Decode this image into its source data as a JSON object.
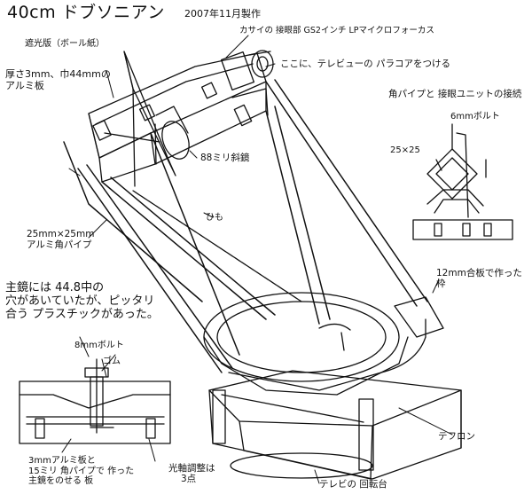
{
  "title": "40cm ドブソニアン",
  "date": "2007年11月製作",
  "labels": {
    "shade": "遮光版（ボール紙）",
    "aluminum_plate_1": "厚さ3mm、巾44mmの",
    "aluminum_plate_2": "アルミ板",
    "focuser": "カサイの 接眼部 GS2インチ LPマイクロフォーカス",
    "paracorr": "ここに、テレビューの パラコアをつける",
    "square_pipe_note": "角パイプと 接眼ユニットの接続",
    "bolt_6mm": "6mmボルト",
    "size_25": "25×25",
    "secondary": "88ミリ斜鏡",
    "string": "ひも",
    "pipe_1": "25mm×25mm",
    "pipe_2": "アルミ角パイプ",
    "plywood_1": "12mm合板で作った",
    "plywood_2": "枠",
    "mirror_note_1": "主鏡には 44.8中の",
    "mirror_note_2": "穴があいていたが、ピッタリ",
    "mirror_note_3": "合う プラスチックがあった。",
    "bolt_8mm": "8mmボルト",
    "rubber": "ゴム",
    "teflon": "テフロン",
    "cell_1": "3mmアルミ板と",
    "cell_2": "15ミリ 角パイプで 作った",
    "cell_3": "主鏡をのせる 板",
    "collimation_1": "光軸調整は",
    "collimation_2": "3点",
    "turntable": "テレビの 回転台"
  }
}
